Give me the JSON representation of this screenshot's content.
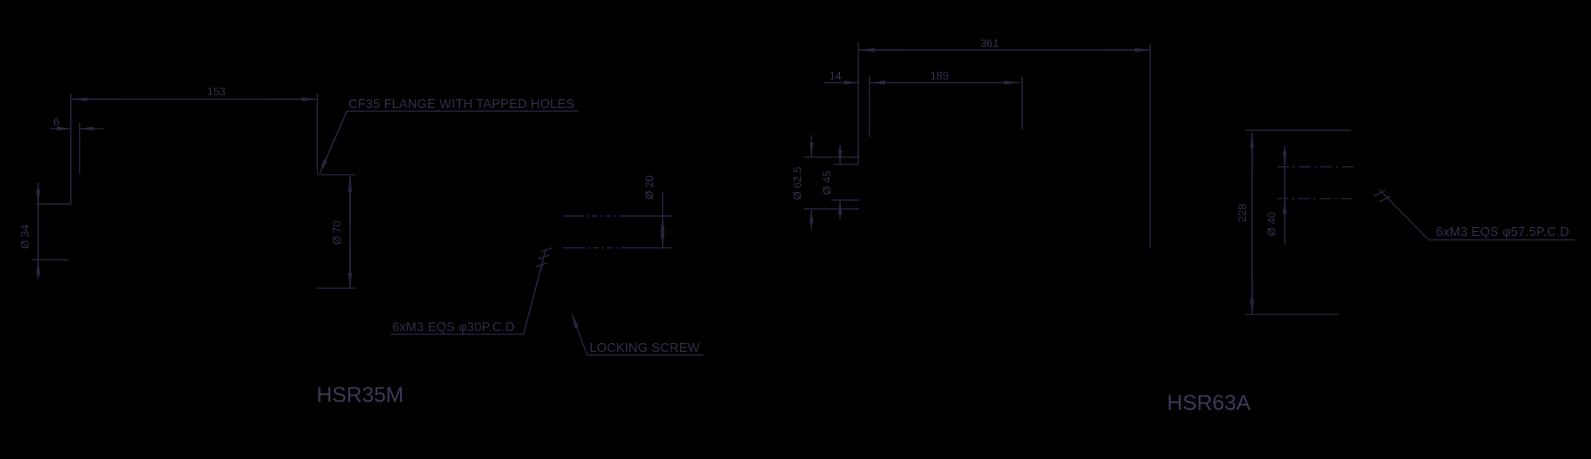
{
  "colors": {
    "background": "#000000",
    "line": "#26263f",
    "dim_text": "#30304c",
    "note_text": "#2e2e49",
    "label": "#3a3a58"
  },
  "left": {
    "label": "HSR35M",
    "dims": {
      "overall_length": "153",
      "flange_offset": "6",
      "tube_dia": "Ø 34",
      "flange_dia": "Ø 70",
      "shaft_dia": "Ø 20"
    },
    "notes": {
      "flange": "CF35 FLANGE WITH TAPPED HOLES",
      "pcd": "6xM3 EQS φ30P.C.D",
      "locking": "LOCKING SCREW"
    }
  },
  "right": {
    "label": "HSR63A",
    "dims": {
      "overall_length": "361",
      "flange_offset": "14",
      "mid_length": "189",
      "flange_dia": "Ø 62.5",
      "pilot_dia": "Ø 45",
      "height": "228",
      "shaft_dia": "Ø 40"
    },
    "notes": {
      "pcd": "6xM3 EQS φ57.5P.C.D"
    }
  }
}
